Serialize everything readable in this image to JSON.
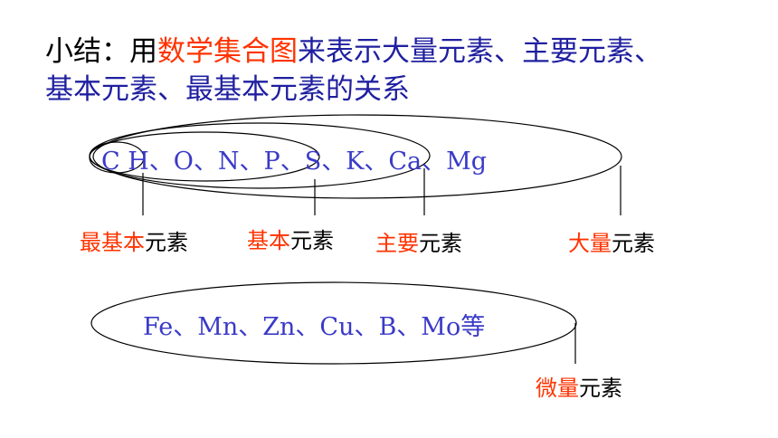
{
  "title": {
    "prefix": "小结：用",
    "highlight": "数学集合图",
    "rest_line1": "来表示大量元素、主要元素、",
    "line2": "基本元素、最基本元素的关系"
  },
  "set1": {
    "elements": "C  H、O、N、P、S、K、Ca、Mg"
  },
  "labels": {
    "most_basic": {
      "red": "最基本",
      "black": "元素"
    },
    "basic": {
      "red": "基本",
      "black": "元素"
    },
    "main": {
      "red": "主要",
      "black": "元素"
    },
    "macro": {
      "red": "大量",
      "black": "元素"
    },
    "trace": {
      "red": "微量",
      "black": "元素"
    }
  },
  "set2": {
    "elements": "Fe、Mn、Zn、Cu、B、Mo等"
  },
  "colors": {
    "title_blue": "#1f1fa0",
    "highlight_red": "#ff3300",
    "element_blue": "#3a3ac8"
  }
}
